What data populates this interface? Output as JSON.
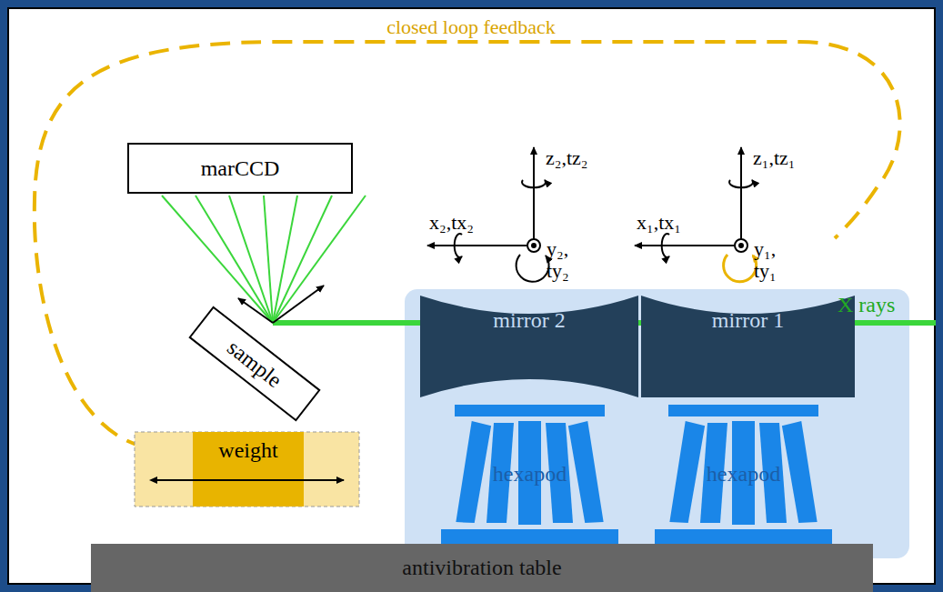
{
  "diagram": {
    "nodes": [
      {
        "text": [
          "marCCD"
        ]
      },
      {
        "text": [
          "sample"
        ]
      },
      {
        "text": [
          "mirror 2"
        ]
      },
      {
        "text": [
          "mirror 1"
        ]
      },
      {
        "text": [
          "hexapod"
        ]
      },
      {
        "text": [
          "hexapod"
        ]
      },
      {
        "text": [
          "weight"
        ]
      },
      {
        "text": [
          "antivibration table"
        ]
      }
    ],
    "labels": [
      "closed loop feedback",
      "z₂,tz₂",
      "x₂,tx₂",
      "y₂, ty₂",
      "z₁,tz₁",
      "x₁,tx₁",
      "y₁, ty₁",
      "X rays"
    ]
  }
}
